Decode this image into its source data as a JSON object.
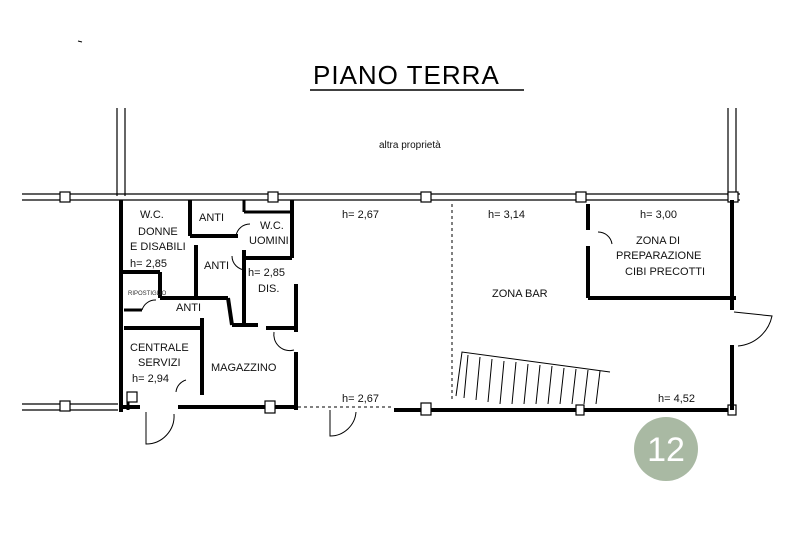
{
  "plan": {
    "title": "PIANO TERRA",
    "neighbor": "altra proprietà",
    "rooms": {
      "wc_donne_1": "W.C.",
      "wc_donne_2": "DONNE",
      "wc_donne_3": "E DISABILI",
      "wc_donne_h": "h= 2,85",
      "anti_1": "ANTI",
      "wc_uomini_1": "W.C.",
      "wc_uomini_2": "UOMINI",
      "anti_2": "ANTI",
      "dis_h": "h= 2,85",
      "dis": "DIS.",
      "ripostiglio": "RIPOSTIGLIO",
      "anti_3": "ANTI",
      "centrale_1": "CENTRALE",
      "centrale_2": "SERVIZI",
      "centrale_h": "h= 2,94",
      "magazzino": "MAGAZZINO",
      "zona_bar": "ZONA BAR",
      "prep_1": "ZONA DI",
      "prep_2": "PREPARAZIONE",
      "prep_3": "CIBI PRECOTTI"
    },
    "heights": {
      "h_top_mid": "h= 2,67",
      "h_top_bar": "h= 3,14",
      "h_top_prep": "h= 3,00",
      "h_bottom_mid": "h= 2,67",
      "h_bottom_right": "h= 4,52"
    }
  },
  "badge": {
    "label": "12",
    "color": "#a9b9a3"
  }
}
